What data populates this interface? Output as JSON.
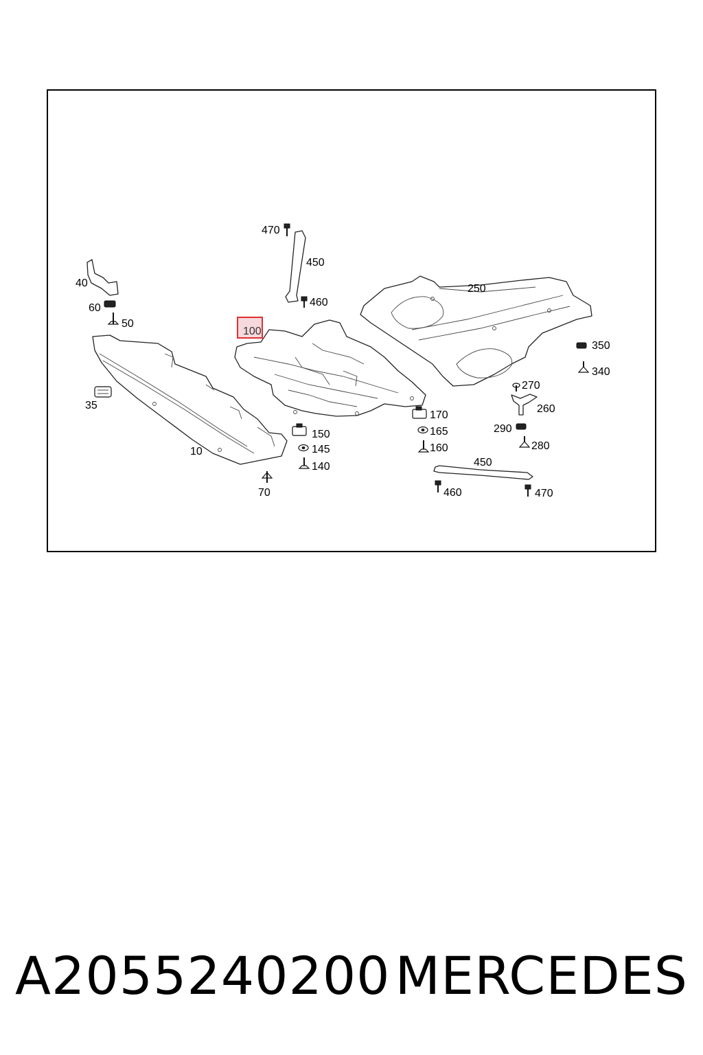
{
  "callouts": {
    "c470a": "470",
    "c450a": "450",
    "c460a": "460",
    "c40": "40",
    "c60": "60",
    "c50": "50",
    "c100": "100",
    "c250": "250",
    "c350": "350",
    "c340": "340",
    "c35": "35",
    "c10": "10",
    "c150": "150",
    "c145": "145",
    "c140": "140",
    "c70": "70",
    "c170": "170",
    "c165": "165",
    "c160": "160",
    "c270": "270",
    "c260": "260",
    "c290": "290",
    "c280": "280",
    "c450b": "450",
    "c460b": "460",
    "c470b": "470"
  },
  "footer": {
    "part_number": "A2055240200",
    "brand": "MERCEDES"
  },
  "colors": {
    "highlight_border": "#e03030",
    "highlight_fill": "#f6d9dd"
  }
}
